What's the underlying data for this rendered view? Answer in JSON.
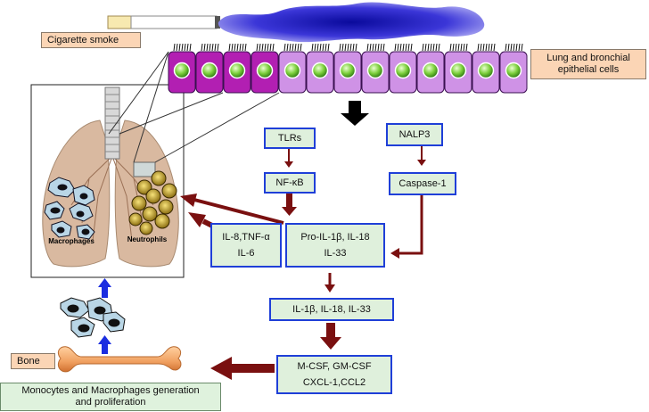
{
  "labels": {
    "cigarette_smoke": "Cigarette smoke",
    "epithelial_line1": "Lung and bronchial",
    "epithelial_line2": "epithelial cells",
    "macrophages": "Macrophages",
    "neutrophils": "Neutrophils",
    "bone": "Bone",
    "monocytes_line1": "Monocytes and Macrophages generation",
    "monocytes_line2": "and proliferation"
  },
  "boxes": {
    "tlrs": "TLRs",
    "nalp3": "NALP3",
    "nfkb": "NF-κB",
    "caspase1": "Caspase-1",
    "il8_line1": "IL-8,TNF-α",
    "il8_line2": "IL-6",
    "pro_line1": "Pro-IL-1β, IL-18",
    "pro_line2": "IL-33",
    "il1b": "IL-1β, IL-18, IL-33",
    "mcsf_line1": "M-CSF, GM-CSF",
    "mcsf_line2": "CXCL-1,CCL2"
  },
  "colors": {
    "arrow_dark_red": "#7a1010",
    "arrow_black": "#000000",
    "arrow_blue": "#1a2de0",
    "box_border_blue": "#1f3fd8",
    "box_fill": "#dff0dc",
    "cell_dark_purple": "#b21fb2",
    "cell_light_purple": "#cf92e6",
    "nucleus_green": "#66cc33",
    "smoke_blue": "#3a36d6",
    "bone_orange": "#f0a060"
  },
  "epithelium": {
    "cell_count": 13,
    "dark_cells": 4
  },
  "icons": [
    "cigarette",
    "smoke-cloud",
    "epithelial-cell",
    "lungs",
    "trachea",
    "macrophage-cell",
    "neutrophil-cell",
    "bone"
  ]
}
